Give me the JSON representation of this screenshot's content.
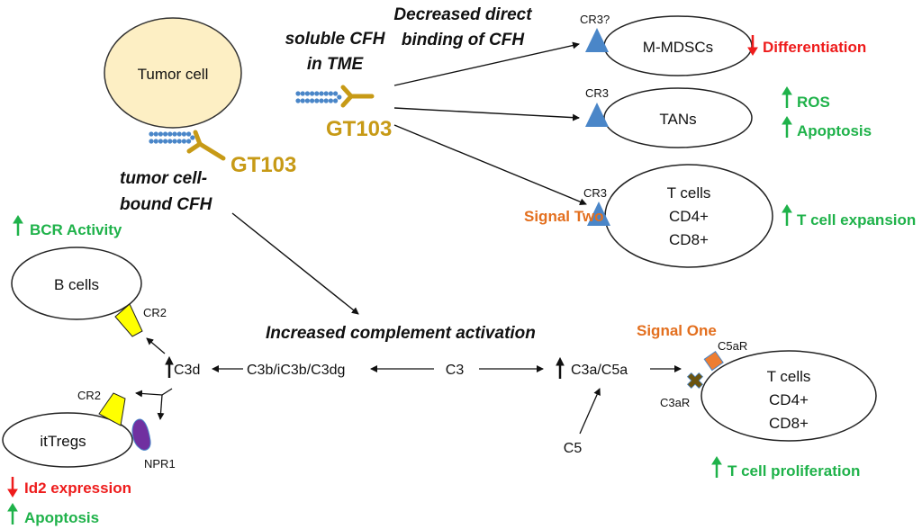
{
  "colors": {
    "tumor_fill": "#fdefc4",
    "gt103": "#c79a16",
    "cfh_bead": "#4a86c8",
    "cr3": "#4a86c8",
    "cr2": "#ffff00",
    "npr1": "#7030a0",
    "c5ar": "#ed7d31",
    "c3ar": "#6b5410",
    "increase": "#1fb24a",
    "decrease": "#ee1c1c",
    "signal": "#e36f1e"
  },
  "tumor": {
    "cell_label": "Tumor cell",
    "bound_cfh_line1": "tumor cell-",
    "bound_cfh_line2": "bound CFH",
    "antibody_label": "GT103"
  },
  "soluble": {
    "line1": "soluble CFH",
    "line2": "in TME",
    "antibody_label": "GT103"
  },
  "decreased_binding": {
    "line1": "Decreased direct",
    "line2": "binding of CFH"
  },
  "targets": {
    "mmdsc": {
      "receptor": "CR3?",
      "cell": "M-MDSCs",
      "effects": [
        {
          "dir": "down",
          "text": "Differentiation"
        }
      ]
    },
    "tans": {
      "receptor": "CR3",
      "cell": "TANs",
      "effects": [
        {
          "dir": "up",
          "text": "ROS"
        },
        {
          "dir": "up",
          "text": "Apoptosis"
        }
      ]
    },
    "tcells_top": {
      "receptor": "CR3",
      "signal": "Signal Two",
      "cell_lines": [
        "T cells",
        "CD4+",
        "CD8+"
      ],
      "effects": [
        {
          "dir": "up",
          "text": "T cell expansion"
        }
      ]
    }
  },
  "complement": {
    "title": "Increased complement activation",
    "c3": "C3",
    "c3b": "C3b/iC3b/C3dg",
    "c3d": "C3d",
    "c3a_c5a": "C3a/C5a",
    "c5": "C5"
  },
  "bcells": {
    "effect": {
      "dir": "up",
      "text": "BCR Activity"
    },
    "cell": "B cells",
    "receptor": "CR2"
  },
  "ittregs": {
    "cell": "itTregs",
    "receptor1": "CR2",
    "receptor2": "NPR1",
    "effects": [
      {
        "dir": "down",
        "text": "Id2 expression"
      },
      {
        "dir": "up",
        "text": "Apoptosis"
      }
    ]
  },
  "tcells_bottom": {
    "signal": "Signal One",
    "receptor1": "C5aR",
    "receptor2": "C3aR",
    "cell_lines": [
      "T cells",
      "CD4+",
      "CD8+"
    ],
    "effect": {
      "dir": "up",
      "text": "T cell proliferation"
    }
  }
}
